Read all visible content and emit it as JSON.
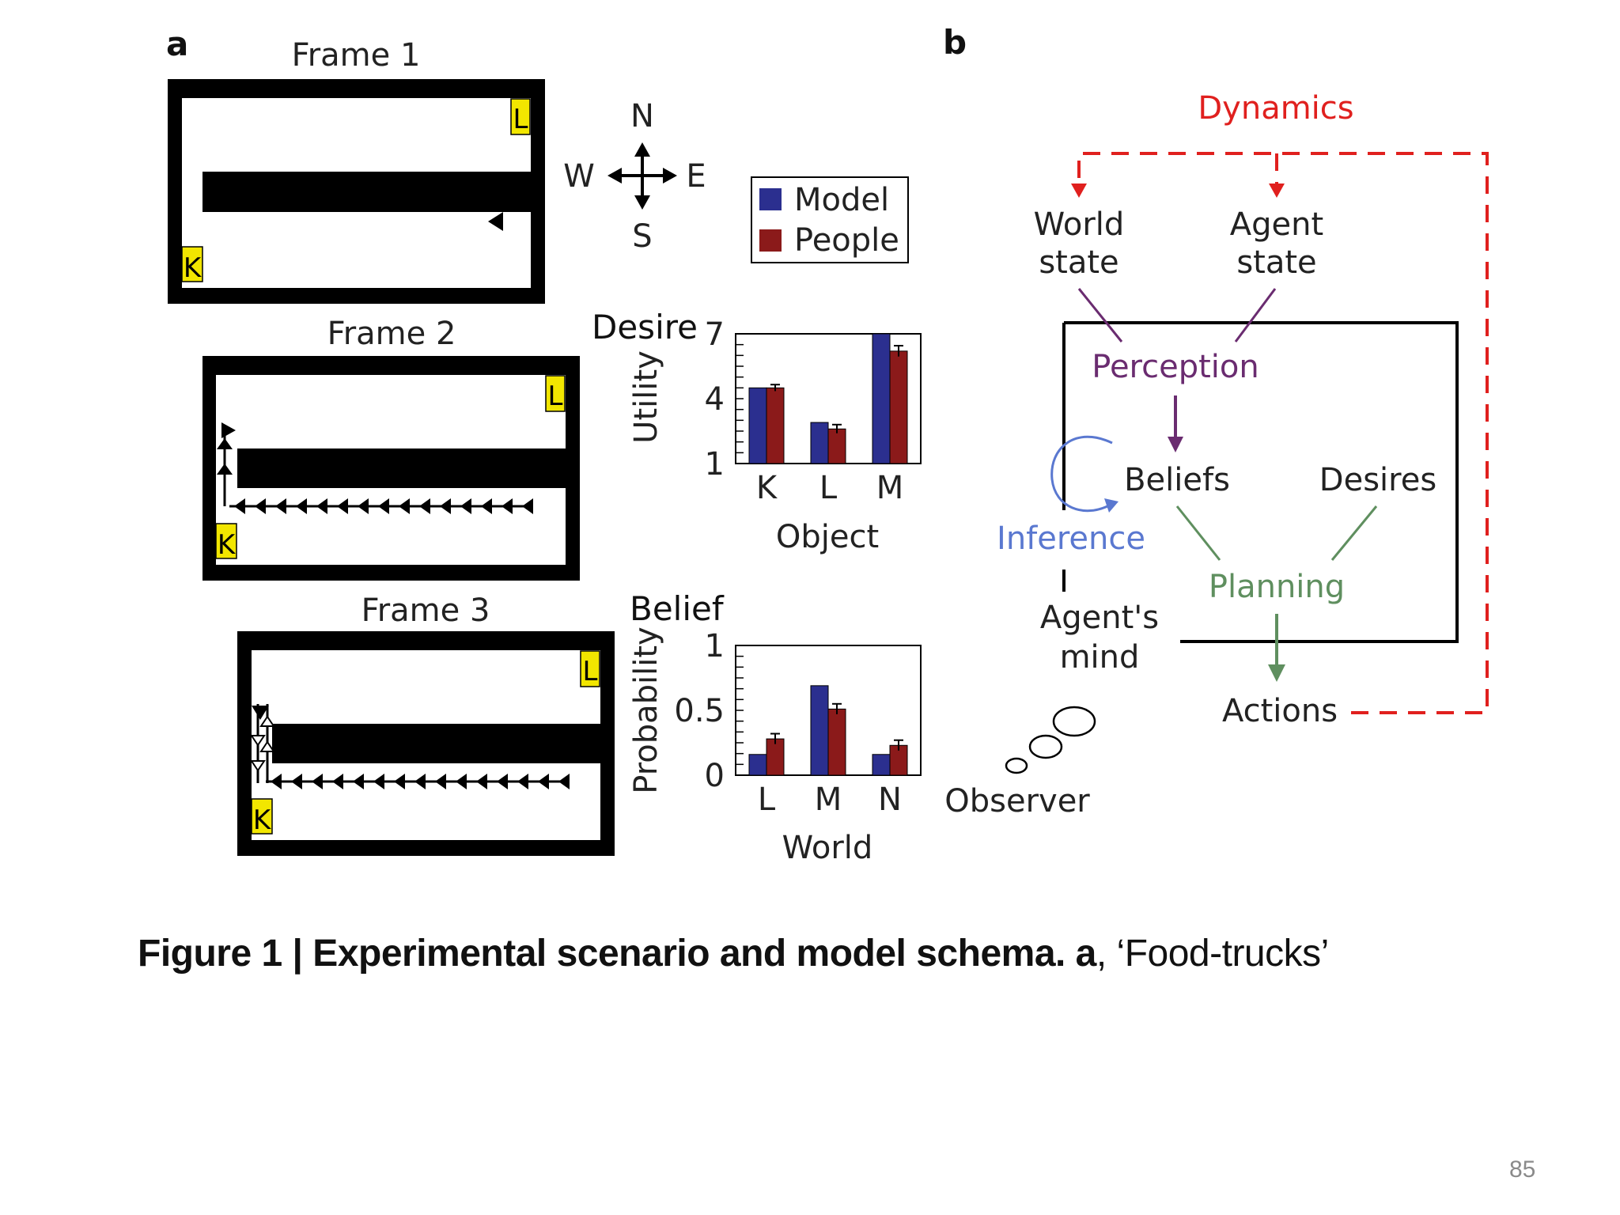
{
  "panel_a": {
    "label": "a",
    "frames": [
      {
        "title": "Frame 1",
        "labels": [
          "L",
          "K"
        ]
      },
      {
        "title": "Frame 2",
        "labels": [
          "L",
          "K"
        ]
      },
      {
        "title": "Frame 3",
        "labels": [
          "L",
          "K"
        ]
      }
    ],
    "compass": {
      "n": "N",
      "s": "S",
      "w": "W",
      "e": "E"
    },
    "legend": [
      {
        "label": "Model",
        "color": "#2b2f8f"
      },
      {
        "label": "People",
        "color": "#8b1a1a"
      }
    ]
  },
  "chart_data": [
    {
      "type": "bar",
      "title": "Desire",
      "ylabel": "Utility",
      "xlabel": "Object",
      "categories": [
        "K",
        "L",
        "M"
      ],
      "yticks": [
        "1",
        "4",
        "7"
      ],
      "ylim": [
        1,
        7
      ],
      "series": [
        {
          "name": "Model",
          "values": [
            4.5,
            2.9,
            7.0
          ]
        },
        {
          "name": "People",
          "values": [
            4.5,
            2.6,
            6.2
          ],
          "err": [
            0.15,
            0.2,
            0.25
          ]
        }
      ]
    },
    {
      "type": "bar",
      "title": "Belief",
      "ylabel": "Probability",
      "xlabel": "World",
      "categories": [
        "L",
        "M",
        "N"
      ],
      "yticks": [
        "0",
        "0.5",
        "1"
      ],
      "ylim": [
        0,
        1
      ],
      "series": [
        {
          "name": "Model",
          "values": [
            0.16,
            0.69,
            0.16
          ]
        },
        {
          "name": "People",
          "values": [
            0.28,
            0.51,
            0.23
          ],
          "err": [
            0.04,
            0.04,
            0.04
          ]
        }
      ]
    }
  ],
  "panel_b": {
    "label": "b",
    "dynamics": "Dynamics",
    "world_state": [
      "World",
      "state"
    ],
    "agent_state": [
      "Agent",
      "state"
    ],
    "perception": "Perception",
    "beliefs": "Beliefs",
    "desires": "Desires",
    "inference": "Inference",
    "planning": "Planning",
    "agents_mind": [
      "Agent's",
      "mind"
    ],
    "actions": "Actions",
    "observer": "Observer",
    "colors": {
      "dynamics": "#e0201e",
      "perception": "#6a2c70",
      "inference": "#5a78d0",
      "planning": "#5f8f5f"
    }
  },
  "caption": {
    "bold": "Figure 1 | Experimental scenario and model schema.",
    "bold2": " a",
    "rest": ", ‘Food-trucks’"
  },
  "slide_number": "85"
}
